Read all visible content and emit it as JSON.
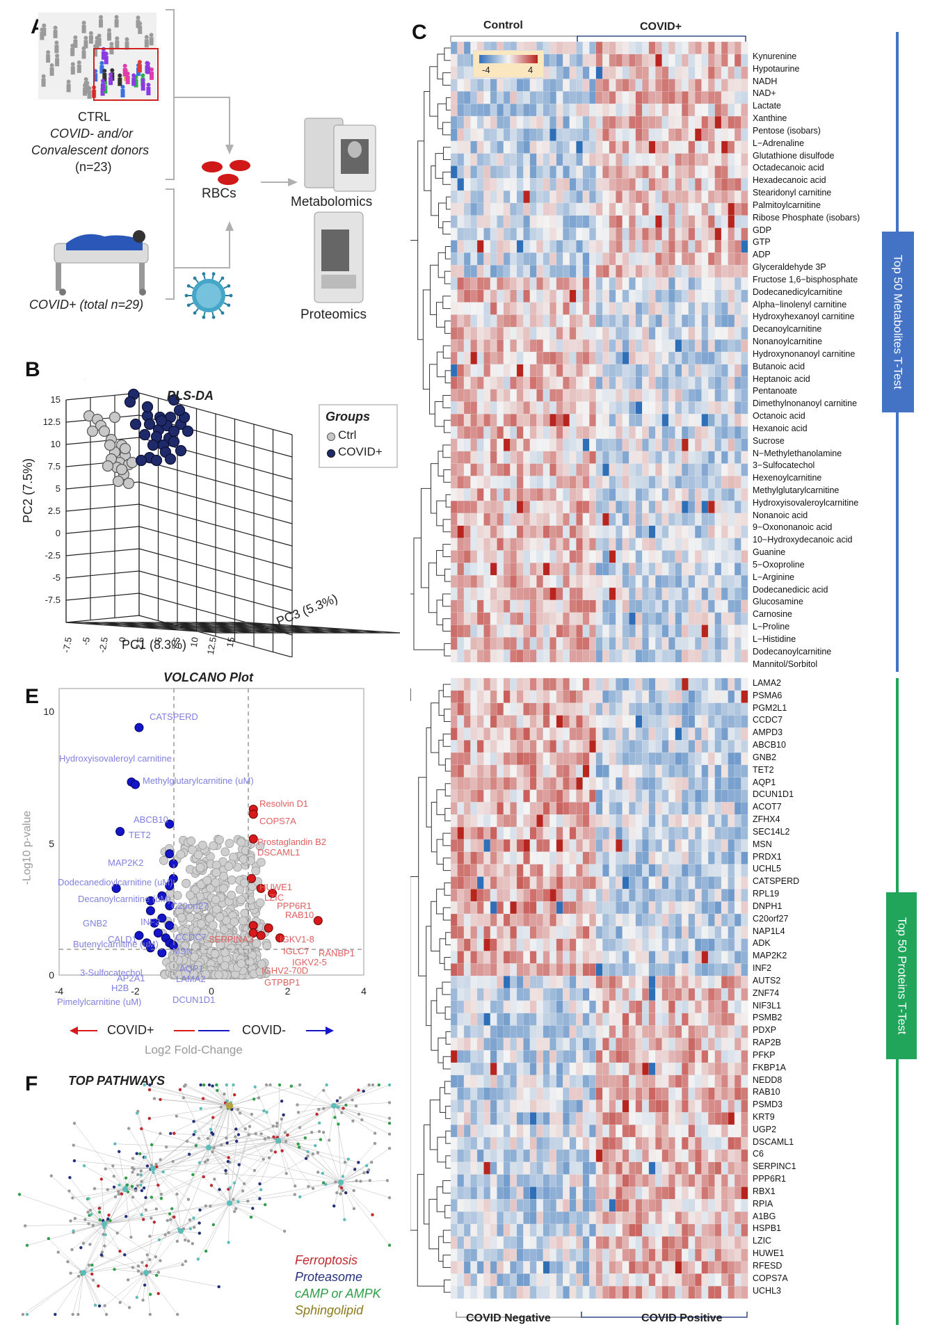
{
  "panels": {
    "A": "A",
    "B": "B",
    "C": "C",
    "E": "E",
    "F": "F"
  },
  "panelA": {
    "ctrl_line1": "CTRL",
    "ctrl_line2": "COVID- and/or",
    "ctrl_line3": "Convalescent donors",
    "ctrl_line4": "(n=23)",
    "rbcs": "RBCs",
    "metabolomics": "Metabolomics",
    "proteomics": "Proteomics",
    "covid_label": "COVID+ (total n=29)"
  },
  "panelB": {
    "title": "PLS-DA",
    "legend_title": "Groups",
    "legend_ctrl": "Ctrl",
    "legend_covid": "COVID+",
    "xlabel": "PC1 (8.3%)",
    "ylabel": "PC2 (7.5%)",
    "zlabel": "PC3 (5.3%)",
    "yticks": [
      "15",
      "12.5",
      "10",
      "7.5",
      "5",
      "2.5",
      "0",
      "-2.5",
      "-5",
      "-7.5"
    ],
    "xticks": [
      "-7.5",
      "-5",
      "-2.5",
      "0",
      "2.5",
      "5",
      "7.5",
      "10",
      "12.5",
      "15"
    ],
    "colors": {
      "ctrl": "#c8c8c8",
      "covid": "#1f2a6b"
    }
  },
  "panelC": {
    "header_control": "Control",
    "header_covid": "COVID+",
    "footer_neg": "COVID Negative",
    "footer_pos": "COVID Positive",
    "scale_min": "-4",
    "scale_max": "4",
    "metabolites_label": "Top 50 Metabolites  T-Test",
    "proteins_label": "Top 50 Proteins  T-Test",
    "metabolites": [
      "Kynurenine",
      "Hypotaurine",
      "NADH",
      "NAD+",
      "Lactate",
      "Xanthine",
      "Pentose (isobars)",
      "L−Adrenaline",
      "Glutathione disulfode",
      "Octadecanoic acid",
      "Hexadecanoic acid",
      "Stearidonyl carnitine",
      "Palmitoylcarnitine",
      "Ribose Phosphate (isobars)",
      "GDP",
      "GTP",
      "ADP",
      "Glyceraldehyde 3P",
      "Fructose 1,6−bisphosphate",
      "Dodecanedicylcarnitine",
      "Alpha−linolenyl carnitine",
      "Hydroxyhexanoyl carnitine",
      "Decanoylcarnitine",
      "Nonanoylcarnitine",
      "Hydroxynonanoyl carnitine",
      "Butanoic acid",
      "Heptanoic acid",
      "Pentanoate",
      "Dimethylnonanoyl carnitine",
      "Octanoic acid",
      "Hexanoic acid",
      "Sucrose",
      "N−Methylethanolamine",
      "3−Sulfocatechol",
      "Hexenoylcarnitine",
      "Methylglutarylcarnitine",
      "Hydroxyisovaleroylcarnitine",
      "Nonanoic acid",
      "9−Oxononanoic acid",
      "10−Hydroxydecanoic acid",
      "Guanine",
      "5−Oxoproline",
      "L−Arginine",
      "Dodecanedicic acid",
      "Glucosamine",
      "Carnosine",
      "L−Proline",
      "L−Histidine",
      "Dodecanoylcarnitine",
      "Mannitol/Sorbitol"
    ],
    "proteins": [
      "LAMA2",
      "PSMA6",
      "PGM2L1",
      "CCDC7",
      "AMPD3",
      "ABCB10",
      "GNB2",
      "TET2",
      "AQP1",
      "DCUN1D1",
      "ACOT7",
      "ZFHX4",
      "SEC14L2",
      "MSN",
      "PRDX1",
      "UCHL5",
      "CATSPERD",
      "RPL19",
      "DNPH1",
      "C20orf27",
      "NAP1L4",
      "ADK",
      "MAP2K2",
      "INF2",
      "AUTS2",
      "ZNF74",
      "NIF3L1",
      "PSMB2",
      "PDXP",
      "RAP2B",
      "PFKP",
      "FKBP1A",
      "NEDD8",
      "RAB10",
      "PSMD3",
      "KRT9",
      "UGP2",
      "DSCAML1",
      "C6",
      "SERPINC1",
      "PPP6R1",
      "RBX1",
      "RPIA",
      "A1BG",
      "HSPB1",
      "LZIC",
      "HUWE1",
      "RFESD",
      "COPS7A",
      "UCHL3"
    ],
    "colors": {
      "low": "#2f6fb8",
      "mid": "#f4f4f4",
      "high": "#b8241e",
      "metab_bar": "#4472c4",
      "prot_bar": "#21a55a"
    }
  },
  "panelE": {
    "title": "VOLCANO Plot",
    "xlabel": "Log2 Fold-Change",
    "ylabel": "-Log10 p-value",
    "xticks": [
      "-4",
      "-2",
      "0",
      "2",
      "4"
    ],
    "yticks": [
      "0",
      "5",
      "10"
    ],
    "arrow_left": "COVID+",
    "arrow_right": "COVID-",
    "blue_labels": [
      "CATSPERD",
      "Hydroxyisovaleroyl carnitine",
      "Methylglutarylcarnitine (uM)",
      "ABCB10",
      "TET2",
      "MAP2K2",
      "Dodecanedioylcarnitine (uM)",
      "Decanoylcarnitine (uM)",
      "C20orf27",
      "GNB2",
      "INF2",
      "CALD1",
      "Butenylcarnitine (uM)",
      "CCDC7",
      "MSN",
      "3-Sulfocatechol",
      "AP2A1",
      "H2B",
      "Pimelylcarnitine (uM)",
      "AQP1",
      "LAMA2",
      "DCUN1D1"
    ],
    "red_labels": [
      "Resolvin D1",
      "COPS7A",
      "Prostaglandin B2",
      "DSCAML1",
      "HUWE1",
      "LZIC",
      "PPP6R1",
      "RAB10",
      "SERPINA3",
      "IGKV1-8",
      "IGLC7",
      "RANBP1",
      "IGKV2-5",
      "IGHV2-70D",
      "GTPBP1"
    ],
    "colors": {
      "blue": "#1414c8",
      "red": "#d7191c",
      "grey": "#cfcfcf",
      "blue_text": "#8080e0",
      "red_text": "#e06060"
    }
  },
  "panelF": {
    "title": "TOP PATHWAYS",
    "legend": [
      {
        "label": "Ferroptosis",
        "color": "#c0282d"
      },
      {
        "label": "Proteasome",
        "color": "#26307a"
      },
      {
        "label": "cAMP or  AMPK",
        "color": "#2f9e48"
      },
      {
        "label": "Sphingolipid",
        "color": "#8a7a1a"
      }
    ]
  }
}
